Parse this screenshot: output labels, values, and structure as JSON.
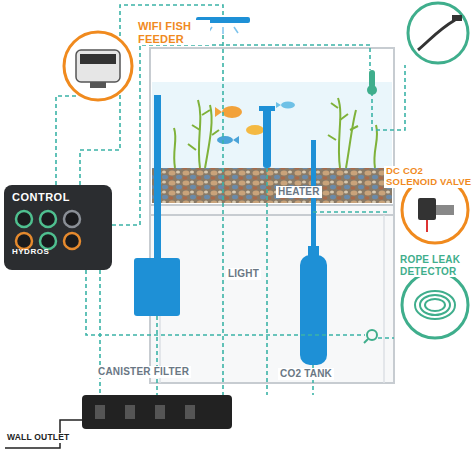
{
  "diagram": {
    "nodes": [
      {
        "text": [
          "CONTROL",
          "HYDROS"
        ]
      }
    ],
    "labels": [
      "WIFI FISH FEEDER",
      "DC CO2 SOLENOID VALVE",
      "ROPE LEAK DETECTOR",
      "LIGHT",
      "HEATER",
      "CANISTER FILTER",
      "CO2 TANK",
      "WALL OUTLET"
    ]
  }
}
